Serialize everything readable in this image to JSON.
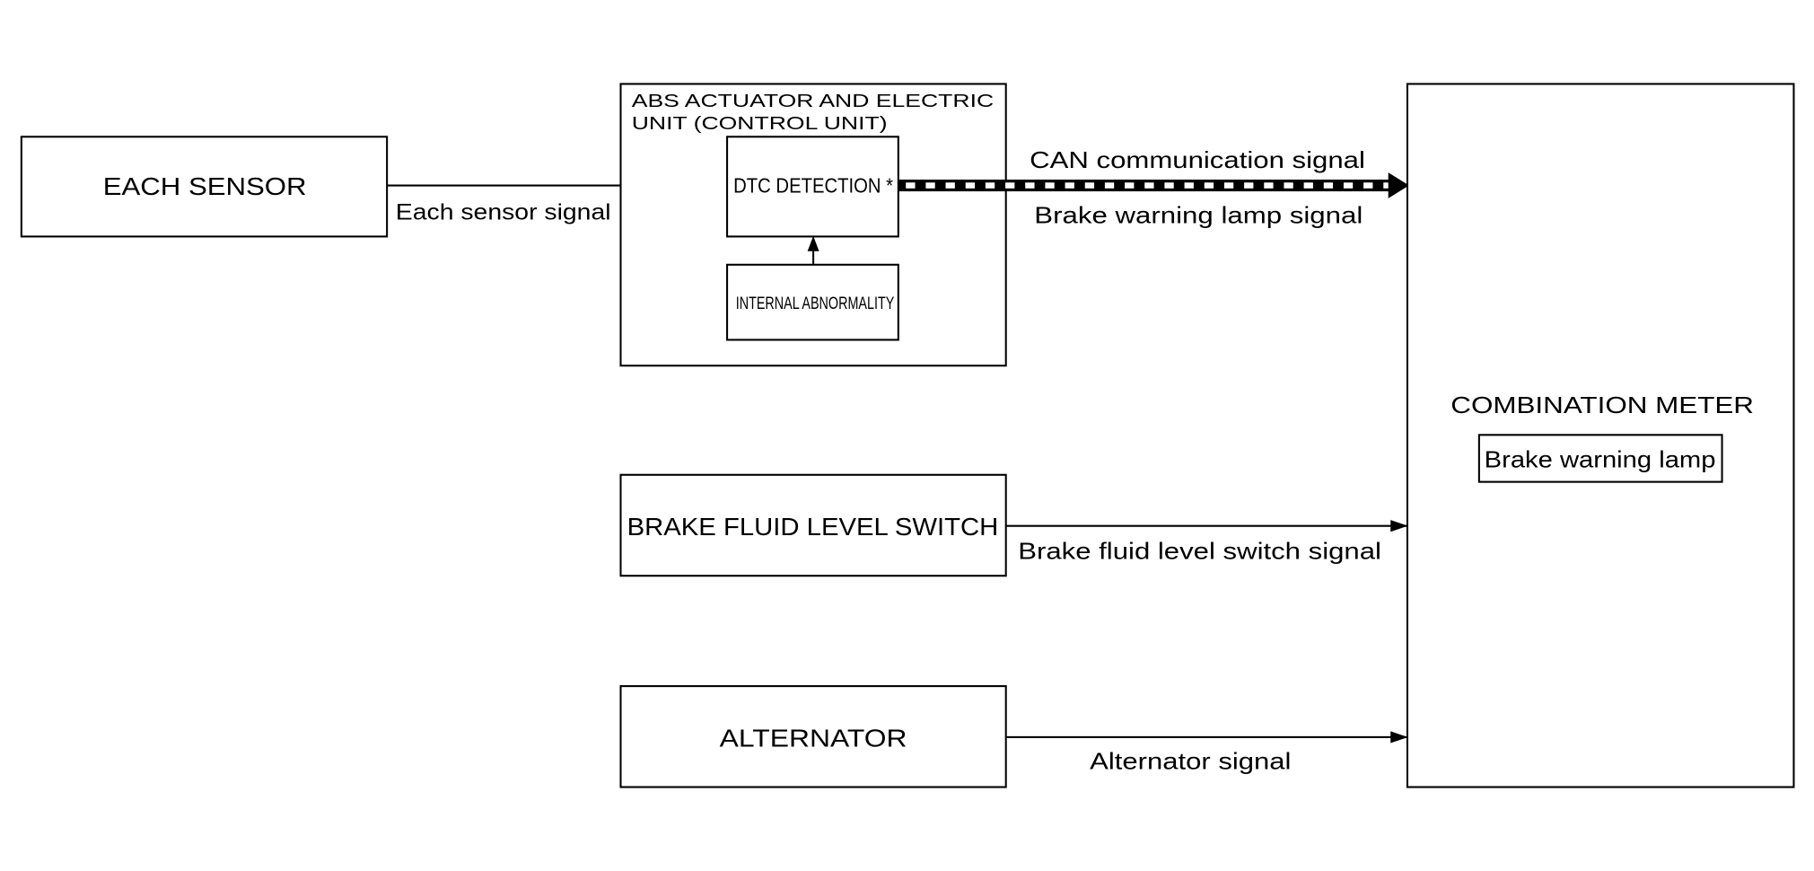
{
  "diagram": {
    "blocks": {
      "each_sensor": "EACH SENSOR",
      "abs_unit_line1": "ABS ACTUATOR AND ELECTRIC",
      "abs_unit_line2": "UNIT (CONTROL UNIT)",
      "dtc_detection": "DTC DETECTION *",
      "internal_abnormality": "INTERNAL ABNORMALITY",
      "brake_fluid_level_switch": "BRAKE FLUID LEVEL SWITCH",
      "alternator": "ALTERNATOR",
      "combination_meter": "COMBINATION METER",
      "brake_warning_lamp": "Brake warning lamp"
    },
    "signals": {
      "each_sensor_signal": "Each sensor signal",
      "can_communication_signal": "CAN communication signal",
      "brake_warning_lamp_signal": "Brake warning lamp signal",
      "brake_fluid_level_switch_signal": "Brake fluid level switch signal",
      "alternator_signal": "Alternator signal"
    },
    "colors": {
      "line": "#000000",
      "background": "#ffffff"
    }
  }
}
